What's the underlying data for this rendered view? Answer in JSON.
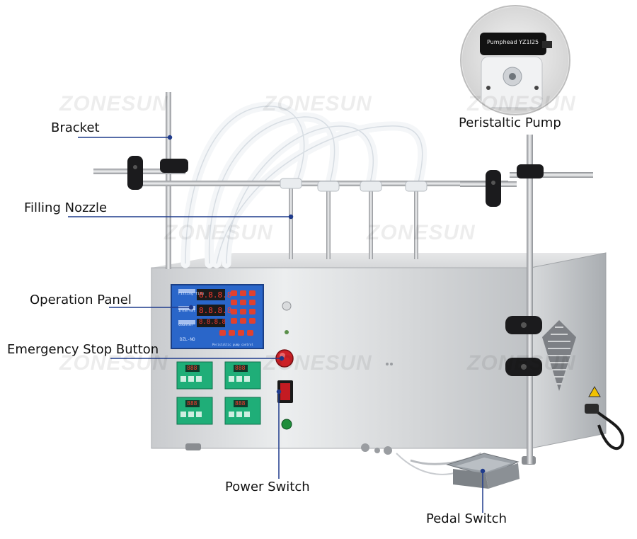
{
  "watermark": "ZONESUN",
  "labels": {
    "bracket": "Bracket",
    "filling_nozzle": "Filling Nozzle",
    "operation_panel": "Operation Panel",
    "emergency_stop": "Emergency Stop Button",
    "power_switch": "Power Switch",
    "pedal_switch": "Pedal Switch",
    "peristaltic_pump": "Peristaltic Pump"
  },
  "pump_head_text": "Pumphead YZ1I25",
  "panel": {
    "row_labels": [
      "Filling Time",
      "Interval",
      "Counter"
    ],
    "model": "DZL-NO",
    "caption": "Peristaltic pump control",
    "display_value": "8.8.8.8",
    "module_value": "888"
  },
  "colors": {
    "leader_line": "#1f3b8c",
    "lcd": "#2a66c9",
    "module_green": "#1fae78",
    "panel_key": "#e0412f",
    "emergency": "#cc2026"
  }
}
